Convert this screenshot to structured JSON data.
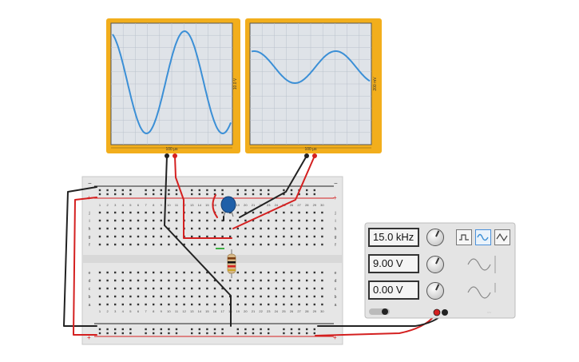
{
  "scope1": {
    "time_div": "100 μs",
    "volt_div": "10.0 V"
  },
  "scope2": {
    "time_div": "100 μs",
    "volt_div": "200 mV"
  },
  "breadboard": {
    "column_numbers": [
      "1",
      "2",
      "3",
      "4",
      "5",
      "6",
      "7",
      "8",
      "9",
      "10",
      "11",
      "12",
      "13",
      "14",
      "15",
      "16",
      "17",
      "18",
      "19",
      "20",
      "21",
      "22",
      "23",
      "24",
      "25",
      "26",
      "27",
      "28",
      "29",
      "30"
    ],
    "rows_top": [
      "j",
      "i",
      "h",
      "g",
      "f"
    ],
    "rows_bottom": [
      "e",
      "d",
      "c",
      "b",
      "a"
    ],
    "rail_plus": "+",
    "rail_minus": "−"
  },
  "function_generator": {
    "frequency": "15.0 kHz",
    "amplitude": "9.00 V",
    "dc_offset": "0.00 V",
    "waveforms": [
      "square-wave-icon",
      "sine-wave-icon",
      "triangle-wave-icon"
    ],
    "selected_waveform": "sine"
  },
  "colors": {
    "scope_frame": "#f2ae1c",
    "trace": "#3b8fd6",
    "wire_red": "#d42020",
    "wire_black": "#222222",
    "capacitor": "#1f5fa8"
  }
}
